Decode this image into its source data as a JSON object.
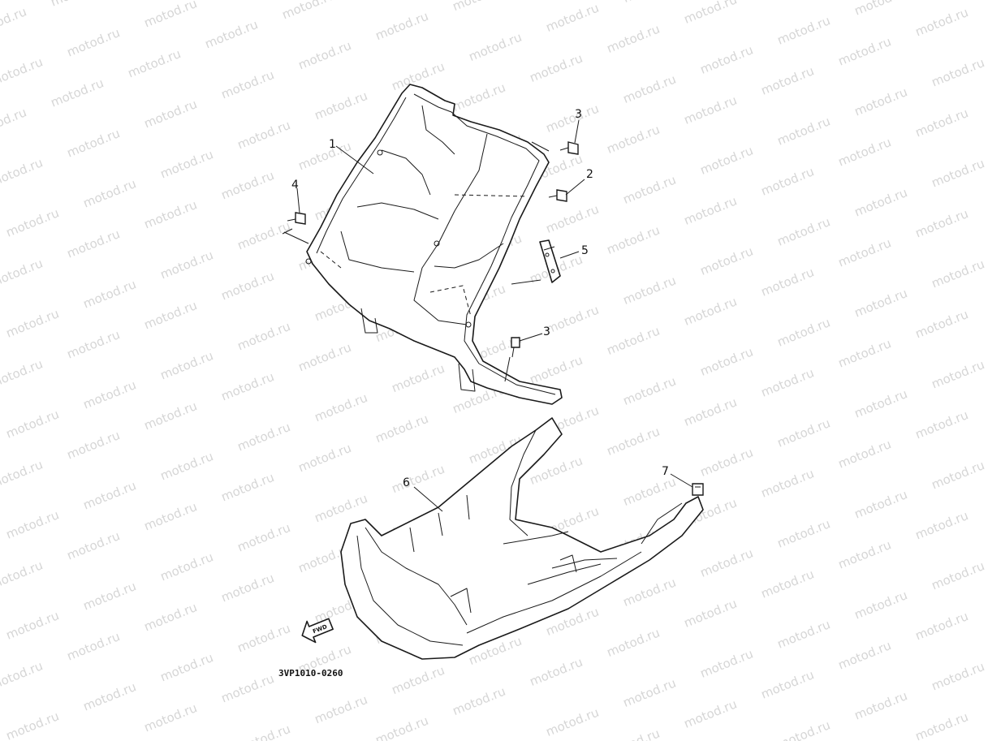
{
  "watermark": {
    "text": "motod.ru",
    "color": "#d6d6d6"
  },
  "callouts": [
    {
      "id": "1",
      "label": "1"
    },
    {
      "id": "2",
      "label": "2"
    },
    {
      "id": "3a",
      "label": "3"
    },
    {
      "id": "3b",
      "label": "3"
    },
    {
      "id": "4",
      "label": "4"
    },
    {
      "id": "5",
      "label": "5"
    },
    {
      "id": "6",
      "label": "6"
    },
    {
      "id": "7",
      "label": "7"
    }
  ],
  "parts": [
    {
      "ref": "1",
      "icon": "leg-shield-panel-icon"
    },
    {
      "ref": "2",
      "icon": "screw-icon"
    },
    {
      "ref": "3",
      "icon": "screw-icon"
    },
    {
      "ref": "4",
      "icon": "screw-icon"
    },
    {
      "ref": "5",
      "icon": "bracket-icon"
    },
    {
      "ref": "6",
      "icon": "footrest-board-icon"
    },
    {
      "ref": "7",
      "icon": "nut-clip-icon"
    }
  ],
  "fwd_indicator": {
    "text": "FWD",
    "icon": "forward-arrow-icon"
  },
  "drawing_code": "3VP1010-0260"
}
